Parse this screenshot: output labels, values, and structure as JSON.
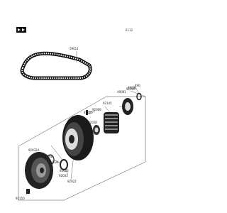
{
  "diagram": {
    "page_ref": "E112",
    "part_labels": {
      "belt": "59011",
      "assy": "49094",
      "p92009": "92009",
      "p49006": "49006",
      "p92145": "92145",
      "p49081": "49081",
      "p92026": "92026",
      "p490": "490",
      "p92028": "92028",
      "p92033": "92033",
      "p92022": "92022",
      "p92023": "92023",
      "p92032a": "92032A",
      "p92023b": "92023A/B",
      "p92024": "92024",
      "p92150": "92150"
    }
  }
}
